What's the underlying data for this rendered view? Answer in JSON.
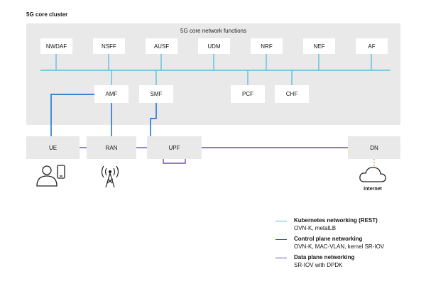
{
  "cluster_title": "5G core cluster",
  "core_label": "5G core network functions",
  "nf_row": [
    "NWDAF",
    "NSFF",
    "AUSF",
    "UDM",
    "NRF",
    "NEF",
    "AF"
  ],
  "middle_row": {
    "amf": "AMF",
    "smf": "SMF",
    "pcf": "PCF",
    "chf": "CHF"
  },
  "bottom_row": {
    "ue": "UE",
    "ran": "RAN",
    "upf": "UPF",
    "dn": "DN"
  },
  "internet_label": "Internet",
  "legend": [
    {
      "title": "Kubernetes networking (REST)",
      "subtitle": "OVN-K, metalLB",
      "color": "#5bc0de"
    },
    {
      "title": "Control plane networking",
      "subtitle": "OVN-K, MAC-VLAN, kernel SR-IOV",
      "color": "#0066cc"
    },
    {
      "title": "Data plane networking",
      "subtitle": "SR-IOV with DPDK",
      "color": "#6a4fb5"
    }
  ],
  "colors": {
    "rest": "#5bc0de",
    "control": "#0066cc",
    "data": "#6a4fb5",
    "dn_link": "#f0883e",
    "panel": "#e9e9e9"
  },
  "icons": [
    "user-with-phone-icon",
    "radio-tower-icon",
    "cloud-icon"
  ]
}
